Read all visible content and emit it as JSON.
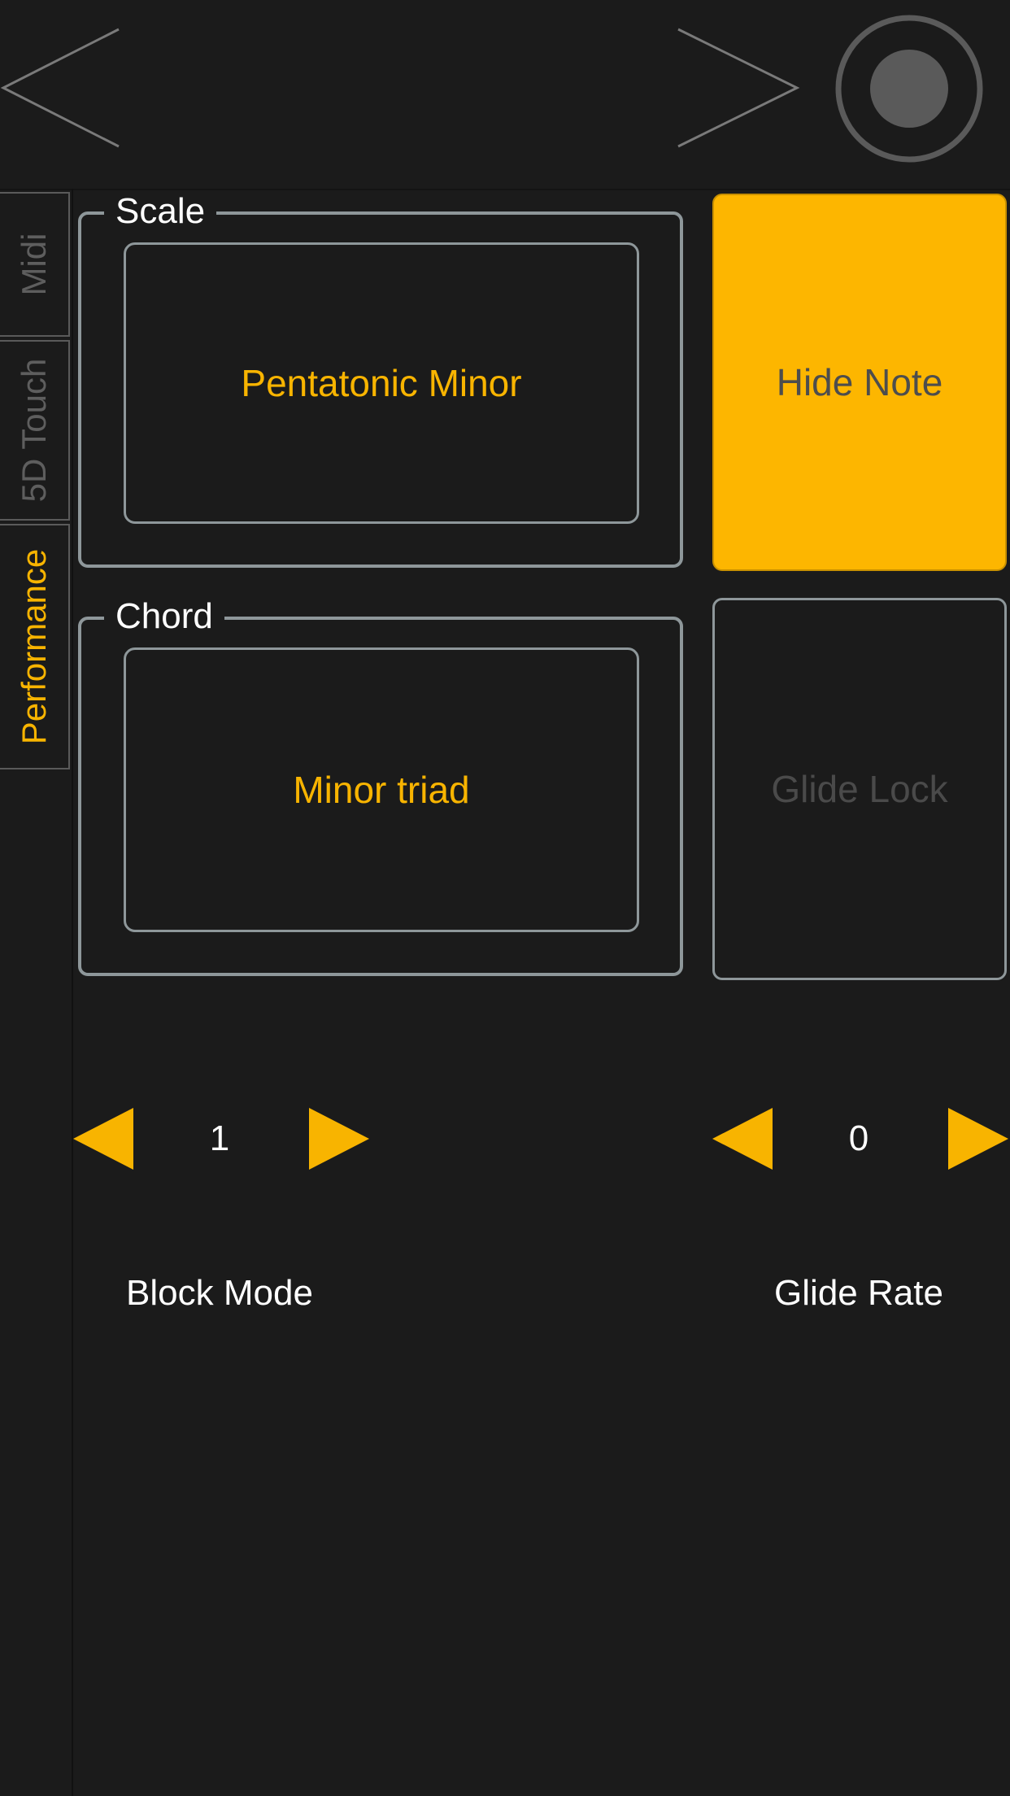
{
  "tabs": [
    {
      "label": "Midi",
      "active": false
    },
    {
      "label": "5D Touch",
      "active": false
    },
    {
      "label": "Performance",
      "active": true
    }
  ],
  "scale": {
    "label": "Scale",
    "value": "Pentatonic Minor"
  },
  "chord": {
    "label": "Chord",
    "value": "Minor triad"
  },
  "hide_note": {
    "label": "Hide Note",
    "active": true
  },
  "glide_lock": {
    "label": "Glide Lock",
    "active": false
  },
  "block_mode": {
    "label": "Block Mode",
    "value": "1"
  },
  "glide_rate": {
    "label": "Glide Rate",
    "value": "0"
  },
  "colors": {
    "accent": "#f8b400",
    "background": "#1b1b1b",
    "border": "#8e979a",
    "inactive_text": "#5e5e5e"
  },
  "icons": {
    "prev": "chevron-left-icon",
    "next": "chevron-right-icon",
    "record": "record-icon"
  }
}
